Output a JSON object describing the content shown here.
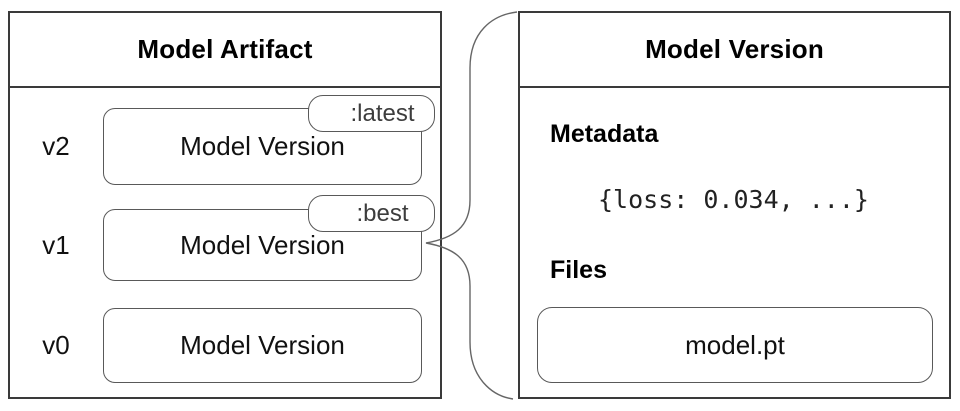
{
  "artifact_panel": {
    "title": "Model Artifact",
    "rows": [
      {
        "version": "v2",
        "label": "Model Version",
        "tag": ":latest"
      },
      {
        "version": "v1",
        "label": "Model Version",
        "tag": ":best"
      },
      {
        "version": "v0",
        "label": "Model Version"
      }
    ]
  },
  "version_panel": {
    "title": "Model Version",
    "metadata_heading": "Metadata",
    "metadata_value": "{loss: 0.034, ...}",
    "files_heading": "Files",
    "file_name": "model.pt"
  },
  "colors": {
    "panel_border": "#3a3a3a",
    "box_border": "#595959",
    "connector": "#666666",
    "tag_text": "#3d3d3d",
    "background": "#ffffff"
  }
}
